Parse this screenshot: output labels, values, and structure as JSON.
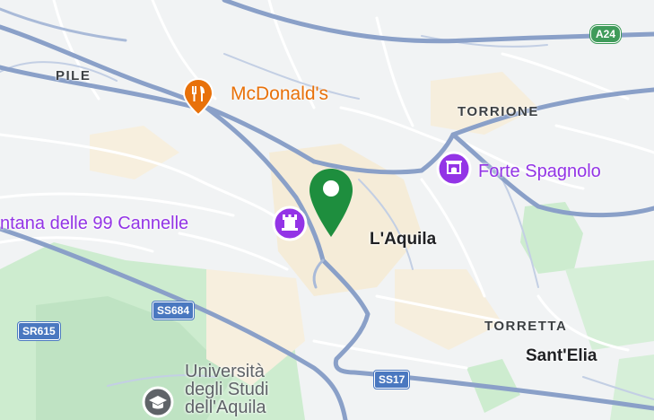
{
  "map": {
    "districts": {
      "pile": "PILE",
      "torrione": "TORRIONE",
      "torretta": "TORRETTA"
    },
    "city": "L'Aquila",
    "neighborhood": "Sant'Elia",
    "pois": {
      "mcdonalds": "McDonald's",
      "forte": "Forte Spagnolo",
      "fontana": "ntana delle 99 Cannelle",
      "univ_line1": "Università",
      "univ_line2": "degli Studi",
      "univ_line3": "dell'Aquila"
    },
    "roads": {
      "a24": "A24",
      "ss684": "SS684",
      "sr615": "SR615",
      "ss17": "SS17"
    },
    "icons": {
      "restaurant": "restaurant-icon",
      "castle_forte": "castle-icon",
      "castle_fontana": "castle-icon",
      "university": "university-icon",
      "pin": "map-pin-icon"
    },
    "colors": {
      "background": "#f1f3f4",
      "green_area": "#cdeccf",
      "sand_area": "#f5ecd8",
      "road_major": "#8aa0c8",
      "road_minor": "#ffffff",
      "pin": "#1e8e3e",
      "poi_orange": "#e8710a",
      "poi_purple": "#9334e6",
      "poi_grey": "#5f6368"
    }
  }
}
